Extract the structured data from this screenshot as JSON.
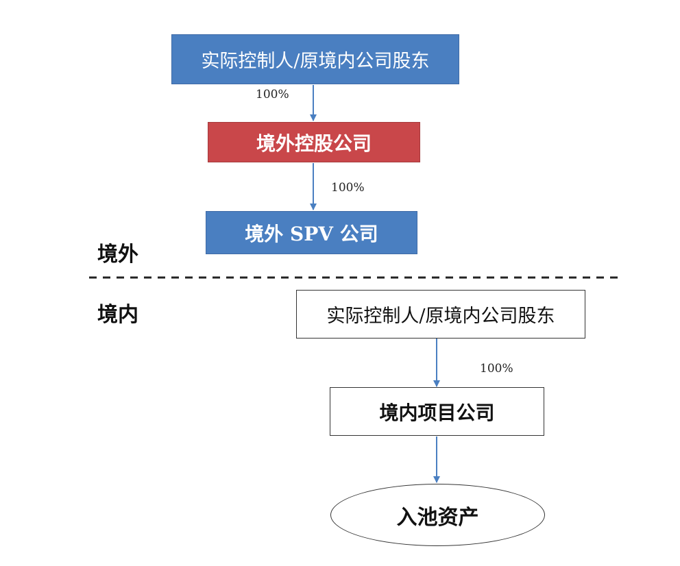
{
  "offshore": {
    "region_label": "境外",
    "controller_box": "实际控制人/原境内公司股东",
    "holding_box": "境外控股公司",
    "spv_box": "境外 SPV 公司",
    "pct_controller_to_holding": "100%",
    "pct_holding_to_spv": "100%"
  },
  "onshore": {
    "region_label": "境内",
    "controller_box": "实际控制人/原境内公司股东",
    "project_box": "境内项目公司",
    "asset_ellipse": "入池资产",
    "pct_controller_to_project": "100%"
  },
  "colors": {
    "blue_box": "#4a7fc1",
    "red_box": "#c9474a",
    "arrow": "#4a7fc1"
  }
}
